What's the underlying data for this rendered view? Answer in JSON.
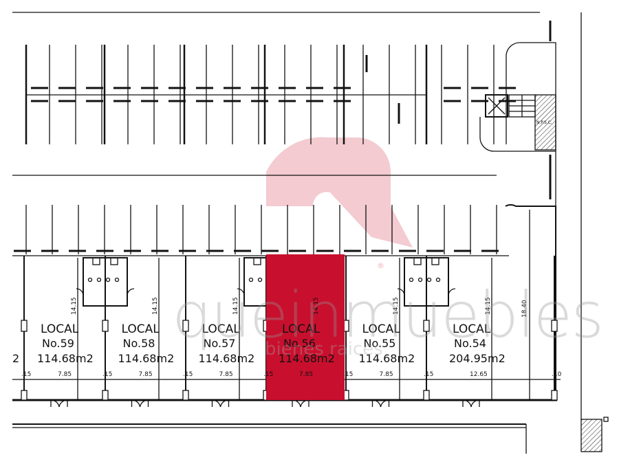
{
  "plan": {
    "highlight_color": "#c8102e",
    "units": [
      {
        "label": "LOCAL",
        "number": "No.59",
        "area": "114.68m2",
        "depth": "14.15",
        "width": "7.85",
        "wall": ".15",
        "highlighted": false
      },
      {
        "label": "LOCAL",
        "number": "No.58",
        "area": "114.68m2",
        "depth": "14.15",
        "width": "7.85",
        "wall": ".15",
        "highlighted": false
      },
      {
        "label": "LOCAL",
        "number": "No.57",
        "area": "114.68m2",
        "depth": "14.15",
        "width": "7.85",
        "wall": ".15",
        "highlighted": false
      },
      {
        "label": "LOCAL",
        "number": "No.56",
        "area": "114.68m2",
        "depth": "14.15",
        "width": "7.85",
        "wall": ".15",
        "highlighted": true
      },
      {
        "label": "LOCAL",
        "number": "No.55",
        "area": "114.68m2",
        "depth": "14.15",
        "width": "7.85",
        "wall": ".15",
        "highlighted": false
      },
      {
        "label": "LOCAL",
        "number": "No.54",
        "area": "204.95m2",
        "depth": "14.15",
        "width": "12.65",
        "wall": ".15",
        "highlighted": false
      }
    ],
    "partial_left_area": "2",
    "end_wall": ".10",
    "side_depth": "18.40",
    "stair_tag": "N.P.S.C."
  },
  "watermark": {
    "brand": "queinmuebles",
    "tagline": "bienes raices",
    "registered": "®"
  }
}
